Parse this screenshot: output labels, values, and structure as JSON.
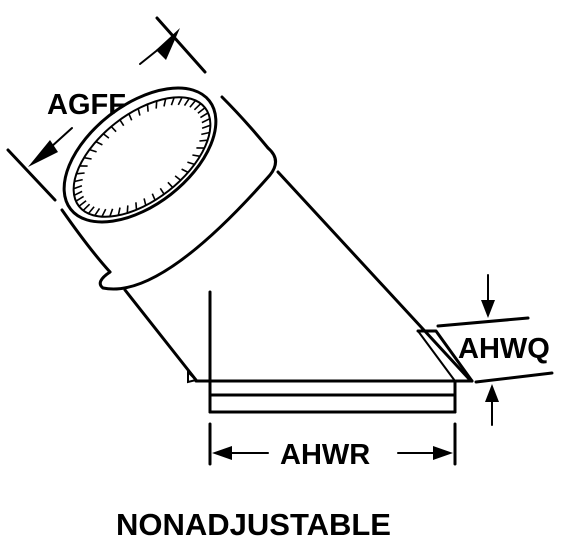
{
  "labels": {
    "diameter": "AGFF",
    "height": "AHWQ",
    "width": "AHWR",
    "caption": "NONADJUSTABLE"
  },
  "colors": {
    "ink": "#000000",
    "background": "#ffffff"
  }
}
